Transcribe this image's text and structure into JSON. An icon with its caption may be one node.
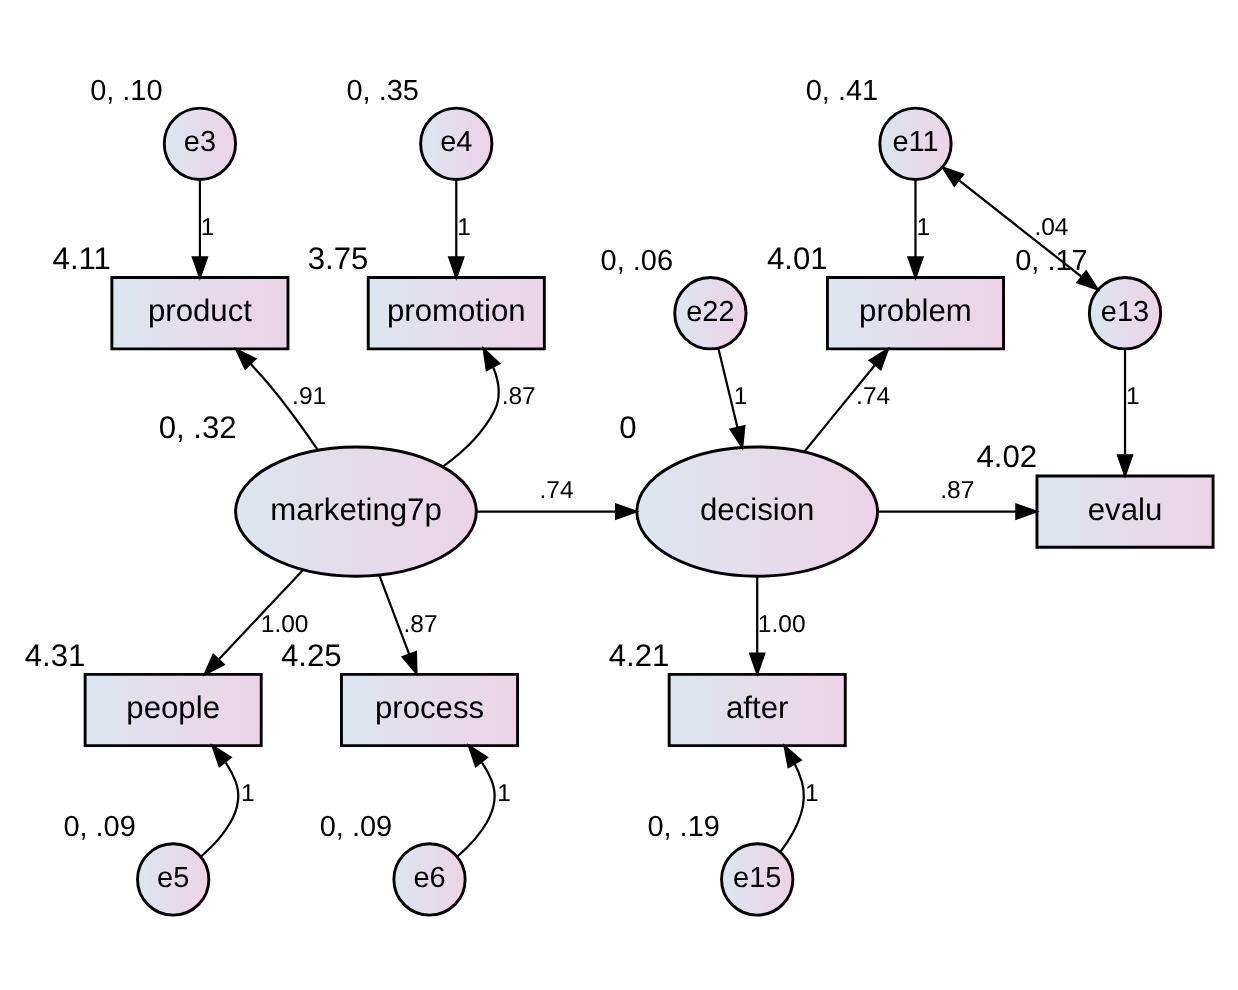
{
  "diagram": {
    "nodes": [
      {
        "text": [
          "e3"
        ],
        "beside": [
          "0, .10"
        ]
      },
      {
        "text": [
          "product"
        ],
        "beside": [
          "4.11"
        ]
      },
      {
        "text": [
          "e4"
        ],
        "beside": [
          "0, .35"
        ]
      },
      {
        "text": [
          "promotion"
        ],
        "beside": [
          "3.75"
        ]
      },
      {
        "text": [
          "marketing7p"
        ],
        "beside": [
          "0, .32"
        ]
      },
      {
        "text": [
          "people"
        ],
        "beside": [
          "4.31"
        ]
      },
      {
        "text": [
          "process"
        ],
        "beside": [
          "4.25"
        ]
      },
      {
        "text": [
          "e5"
        ],
        "beside": [
          "0, .09"
        ]
      },
      {
        "text": [
          "e6"
        ],
        "beside": [
          "0, .09"
        ]
      },
      {
        "text": [
          "e11"
        ],
        "beside": [
          "0, .41"
        ]
      },
      {
        "text": [
          "problem"
        ],
        "beside": [
          "4.01"
        ]
      },
      {
        "text": [
          "e22"
        ],
        "beside": [
          "0, .06"
        ]
      },
      {
        "text": [
          "decision"
        ],
        "beside": [
          "0"
        ]
      },
      {
        "text": [
          "e13"
        ],
        "beside": [
          "0, .17"
        ]
      },
      {
        "text": [
          "evalu"
        ],
        "beside": [
          "4.02"
        ]
      },
      {
        "text": [
          "after"
        ],
        "beside": [
          "4.21"
        ]
      },
      {
        "text": [
          "e15"
        ],
        "beside": [
          "0, .19"
        ]
      }
    ],
    "edges": [
      {
        "from": 0,
        "to": 1,
        "arrow": "to",
        "label": "1"
      },
      {
        "from": 2,
        "to": 3,
        "arrow": "to",
        "label": "1"
      },
      {
        "from": 4,
        "to": 3,
        "arrow": "to",
        "label": ".87"
      },
      {
        "from": 4,
        "to": 1,
        "arrow": "to",
        "label": ".91"
      },
      {
        "from": 4,
        "to": 5,
        "arrow": "to",
        "label": "1.00"
      },
      {
        "from": 4,
        "to": 6,
        "arrow": "to",
        "label": ".87"
      },
      {
        "from": 7,
        "to": 5,
        "arrow": "to",
        "label": "1"
      },
      {
        "from": 8,
        "to": 6,
        "arrow": "to",
        "label": "1"
      },
      {
        "from": 4,
        "to": 12,
        "arrow": "to",
        "label": ".74"
      },
      {
        "from": 11,
        "to": 12,
        "arrow": "to",
        "label": "1"
      },
      {
        "from": 12,
        "to": 10,
        "arrow": "to",
        "label": ".74"
      },
      {
        "from": 12,
        "to": 14,
        "arrow": "to",
        "label": ".87"
      },
      {
        "from": 12,
        "to": 15,
        "arrow": "to",
        "label": "1.00"
      },
      {
        "from": 9,
        "to": 10,
        "arrow": "to",
        "label": "1"
      },
      {
        "from": 9,
        "to": 13,
        "arrow": "both",
        "label": ".04"
      },
      {
        "from": 13,
        "to": 14,
        "arrow": "to",
        "label": "1"
      },
      {
        "from": 16,
        "to": 15,
        "arrow": "to",
        "label": "1"
      }
    ]
  }
}
